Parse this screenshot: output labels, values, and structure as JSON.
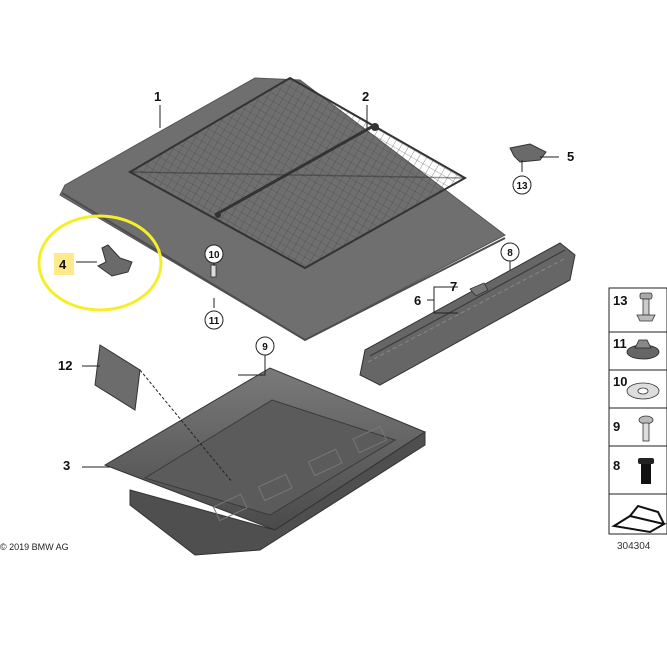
{
  "callouts": {
    "c1": "1",
    "c2": "2",
    "c3": "3",
    "c4": "4",
    "c5": "5",
    "c6": "6",
    "c7": "7",
    "c8": "8",
    "c9": "9",
    "c10": "10",
    "c11": "11",
    "c12": "12",
    "c13": "13"
  },
  "legend": {
    "items": [
      "13",
      "11",
      "10",
      "9",
      "8"
    ]
  },
  "copyright": "© 2019 BMW AG",
  "diagram_number": "304304",
  "colors": {
    "part_gray": "#6e6e6e",
    "part_dark": "#505050",
    "highlight_yellow": "#f5ee2a",
    "label_highlight": "#ffe98a"
  }
}
